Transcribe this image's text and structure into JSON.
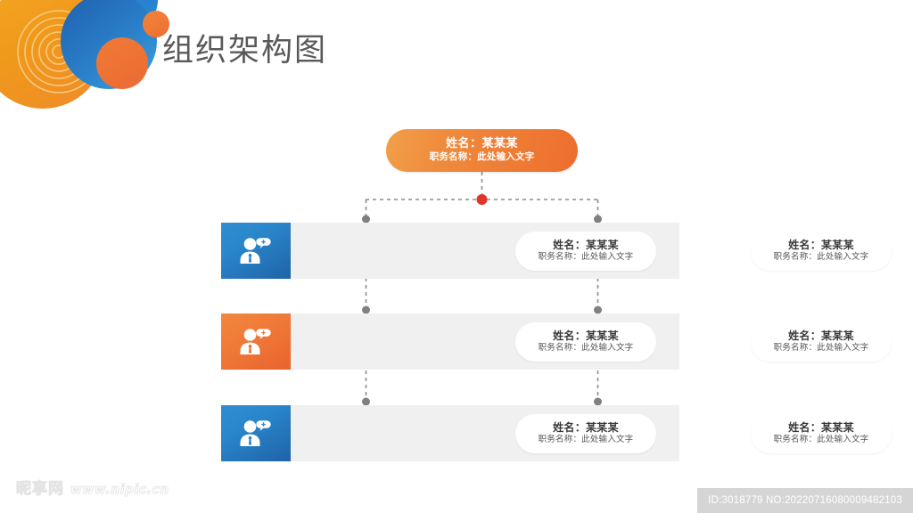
{
  "slide": {
    "title": "组织架构图",
    "background_color": "#ffffff"
  },
  "decor": {
    "circles": [
      {
        "name": "orange-large-rings-circle",
        "color": "#f0991b"
      },
      {
        "name": "blue-small-top-circle",
        "color": "#2f8fd6"
      },
      {
        "name": "blue-large-circle",
        "color": "#2a7fc9"
      },
      {
        "name": "orange-medium-circle",
        "color": "#ec6a33"
      },
      {
        "name": "orange-tiny-circle",
        "color": "#ed6f33"
      }
    ]
  },
  "org_chart": {
    "root": {
      "name_label": "姓名：某某某",
      "role_label": "职务名称：此处输入文字",
      "fill_color": "#ee7a34",
      "text_color": "#ffffff"
    },
    "junction_dot_color": "#e0352b",
    "connector_color": "#8c8c8c",
    "node_dot_color": "#808080",
    "rows": [
      {
        "icon": "person-add-icon",
        "icon_color": "#2a86cb",
        "stripe_color": "#f0f0f0",
        "cards": [
          {
            "name_label": "姓名：某某某",
            "role_label": "职务名称：此处输入文字"
          },
          {
            "name_label": "姓名：某某某",
            "role_label": "职务名称：此处输入文字"
          }
        ]
      },
      {
        "icon": "person-add-icon",
        "icon_color": "#ee7535",
        "stripe_color": "#f0f0f0",
        "cards": [
          {
            "name_label": "姓名：某某某",
            "role_label": "职务名称：此处输入文字"
          },
          {
            "name_label": "姓名：某某某",
            "role_label": "职务名称：此处输入文字"
          }
        ]
      },
      {
        "icon": "person-add-icon",
        "icon_color": "#2a86cb",
        "stripe_color": "#f0f0f0",
        "cards": [
          {
            "name_label": "姓名：某某某",
            "role_label": "职务名称：此处输入文字"
          },
          {
            "name_label": "姓名：某某某",
            "role_label": "职务名称：此处输入文字"
          }
        ]
      }
    ]
  },
  "watermark": {
    "brand_cn": "昵享网",
    "brand_url": "www.nipic.cn",
    "id_text": "ID:3018779 NO:20220716080009482103",
    "id_bar_color": "#d5d5d5"
  }
}
